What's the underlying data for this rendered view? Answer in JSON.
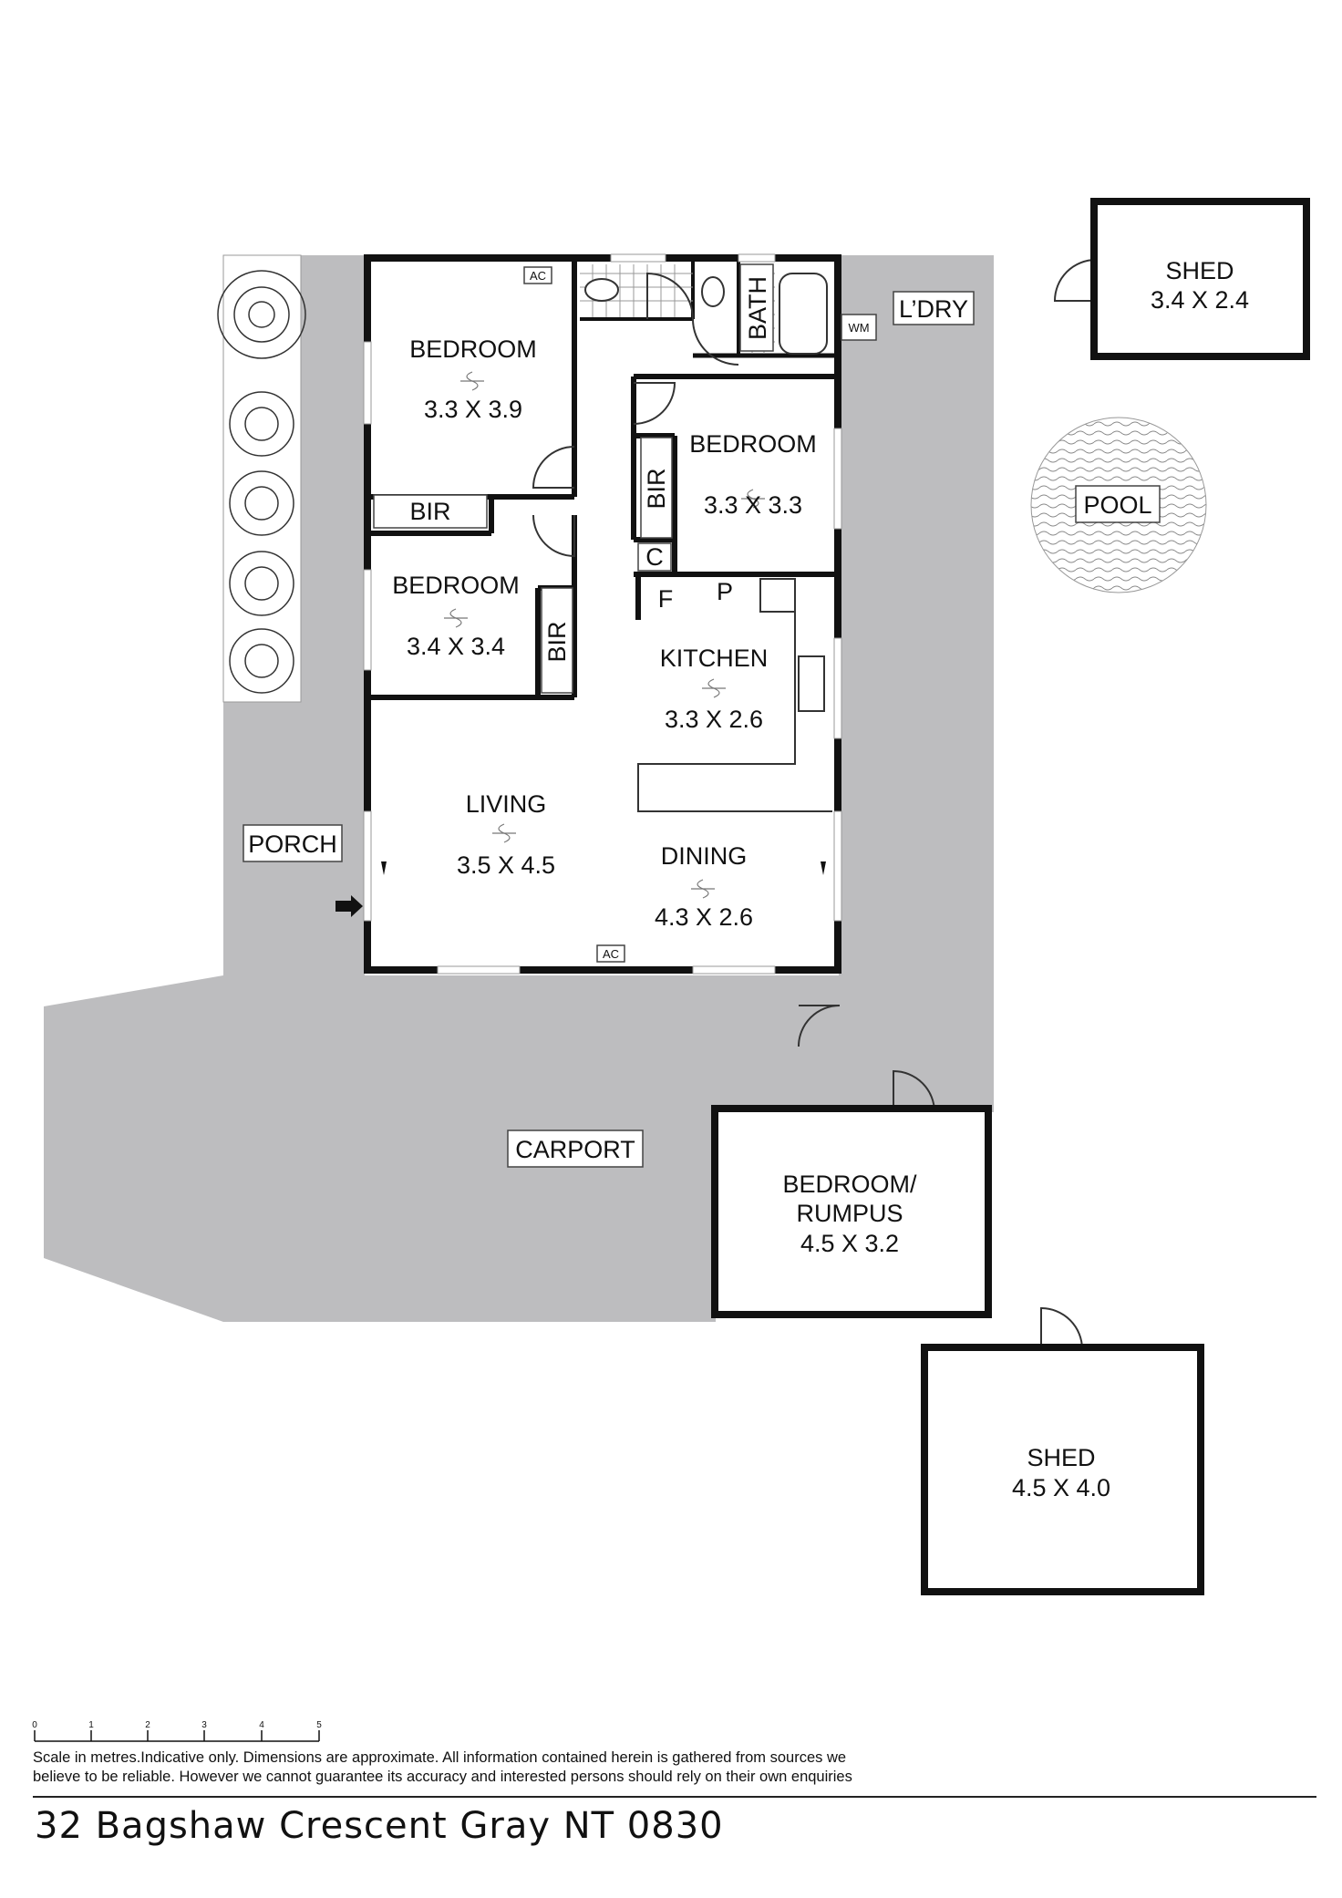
{
  "rooms": {
    "bed1": {
      "name": "BEDROOM",
      "dims": "3.3 X 3.9"
    },
    "bed2": {
      "name": "BEDROOM",
      "dims": "3.3 X 3.3"
    },
    "bed3": {
      "name": "BEDROOM",
      "dims": "3.4 X 3.4"
    },
    "kitchen": {
      "name": "KITCHEN",
      "dims": "3.3 X 2.6"
    },
    "living": {
      "name": "LIVING",
      "dims": "3.5 X 4.5"
    },
    "dining": {
      "name": "DINING",
      "dims": "4.3 X 2.6"
    },
    "rumpus": {
      "name_line1": "BEDROOM/",
      "name_line2": "RUMPUS",
      "dims": "4.5 X 3.2"
    },
    "shed1": {
      "name": "SHED",
      "dims": "3.4 X 2.4"
    },
    "shed2": {
      "name": "SHED",
      "dims": "4.5 X 4.0"
    }
  },
  "labels": {
    "bir1": "BIR",
    "bir2": "BIR",
    "bir3": "BIR",
    "bath": "BATH",
    "cupboard": "C",
    "fridge": "F",
    "pantry": "P",
    "ac1": "AC",
    "ac2": "AC",
    "wm": "WM",
    "laundry": "L’DRY",
    "pool": "POOL",
    "porch": "PORCH",
    "carport": "CARPORT"
  },
  "scale": {
    "ticks": [
      "0",
      "1",
      "2",
      "3",
      "4",
      "5"
    ]
  },
  "footer": {
    "disclaimer_line1": "Scale in metres.Indicative only. Dimensions are approximate. All information contained herein is gathered from sources we",
    "disclaimer_line2": "believe to be reliable. However we cannot guarantee its accuracy and interested persons should rely on their own enquiries",
    "address": "32 Bagshaw Crescent Gray NT 0830"
  },
  "colors": {
    "wall": "#111111",
    "outdoor": "#bdbdbf",
    "floor": "#ffffff"
  }
}
